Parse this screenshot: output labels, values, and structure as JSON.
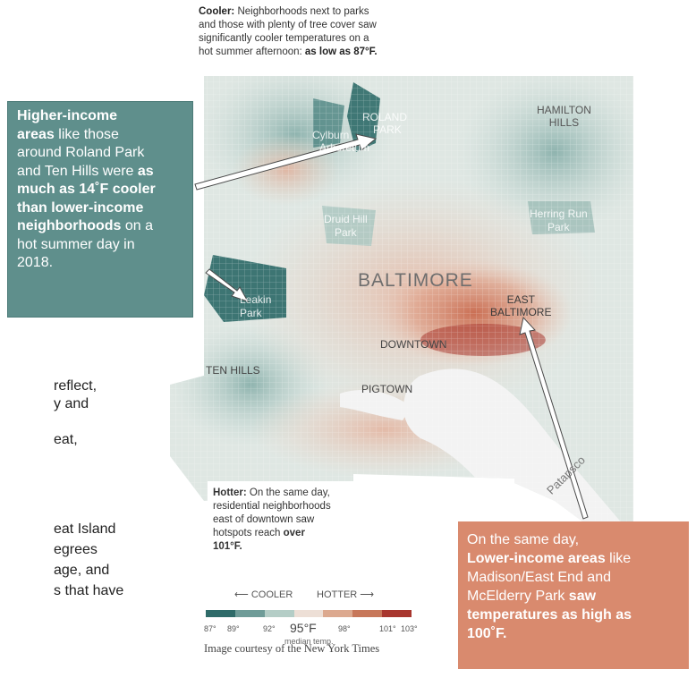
{
  "cooler_note": {
    "label": "Cooler:",
    "line1": " Neighborhoods next to parks",
    "line2": "and those with plenty of tree cover saw",
    "line3": "significantly cooler temperatures on a",
    "line4": "hot summer afternoon: ",
    "line4_bold": "as low as 87°F."
  },
  "hotter_note": {
    "label": "Hotter:",
    "line1": " On the same day,",
    "line2": "residential neighborhoods",
    "line3": "east of downtown saw",
    "line4": "hotspots reach ",
    "line4_bold": "over",
    "line5_bold": "101°F."
  },
  "places": {
    "roland_park_1": "ROLAND",
    "roland_park_2": "PARK",
    "cylburn_1": "Cylburn",
    "cylburn_2": "Arboretum",
    "hamilton_1": "HAMILTON",
    "hamilton_2": "HILLS",
    "druid_hill_1": "Druid Hill",
    "druid_hill_2": "Park",
    "herring_run_1": "Herring Run",
    "herring_run_2": "Park",
    "baltimore": "BALTIMORE",
    "east_baltimore_1": "EAST",
    "east_baltimore_2": "BALTIMORE",
    "leakin_1": "Leakin",
    "leakin_2": "Park",
    "downtown": "DOWNTOWN",
    "ten_hills": "TEN HILLS",
    "pigtown": "PIGTOWN",
    "patapsco": "Patapsco"
  },
  "green_box": {
    "b1": "Higher-income",
    "b2": "areas",
    "t2": " like those",
    "t3": "around Roland Park",
    "t4": "and Ten Hills were ",
    "b4": "as",
    "b5": "much as 14˚F cooler",
    "b6": "than lower-income",
    "b7": "neighborhoods",
    "t7": " on a",
    "t8": "hot summer day in",
    "t9": "2018."
  },
  "orange_box": {
    "t1": "On the same day,",
    "b2": "Lower-income areas",
    "t2": " like",
    "t3": "Madison/East End and",
    "t4": "McElderry Park ",
    "b4": "saw",
    "b5": "temperatures as high as",
    "b6": "100˚F."
  },
  "left_fragments": [
    "reflect,",
    "y and",
    "eat,",
    "eat Island",
    "egrees",
    "age, and",
    "s that have"
  ],
  "legend": {
    "cooler": "COOLER",
    "hotter": "HOTTER",
    "center": "95°F",
    "median": "median temp.",
    "ticks": [
      "87°",
      "89°",
      "92°",
      "98°",
      "101°",
      "103°"
    ],
    "colors": [
      "#2f6b69",
      "#6f9c98",
      "#b4cdc6",
      "#eddfd6",
      "#dca98f",
      "#c7775a",
      "#a8362e"
    ]
  },
  "credit": "Image courtesy of the New York Times"
}
